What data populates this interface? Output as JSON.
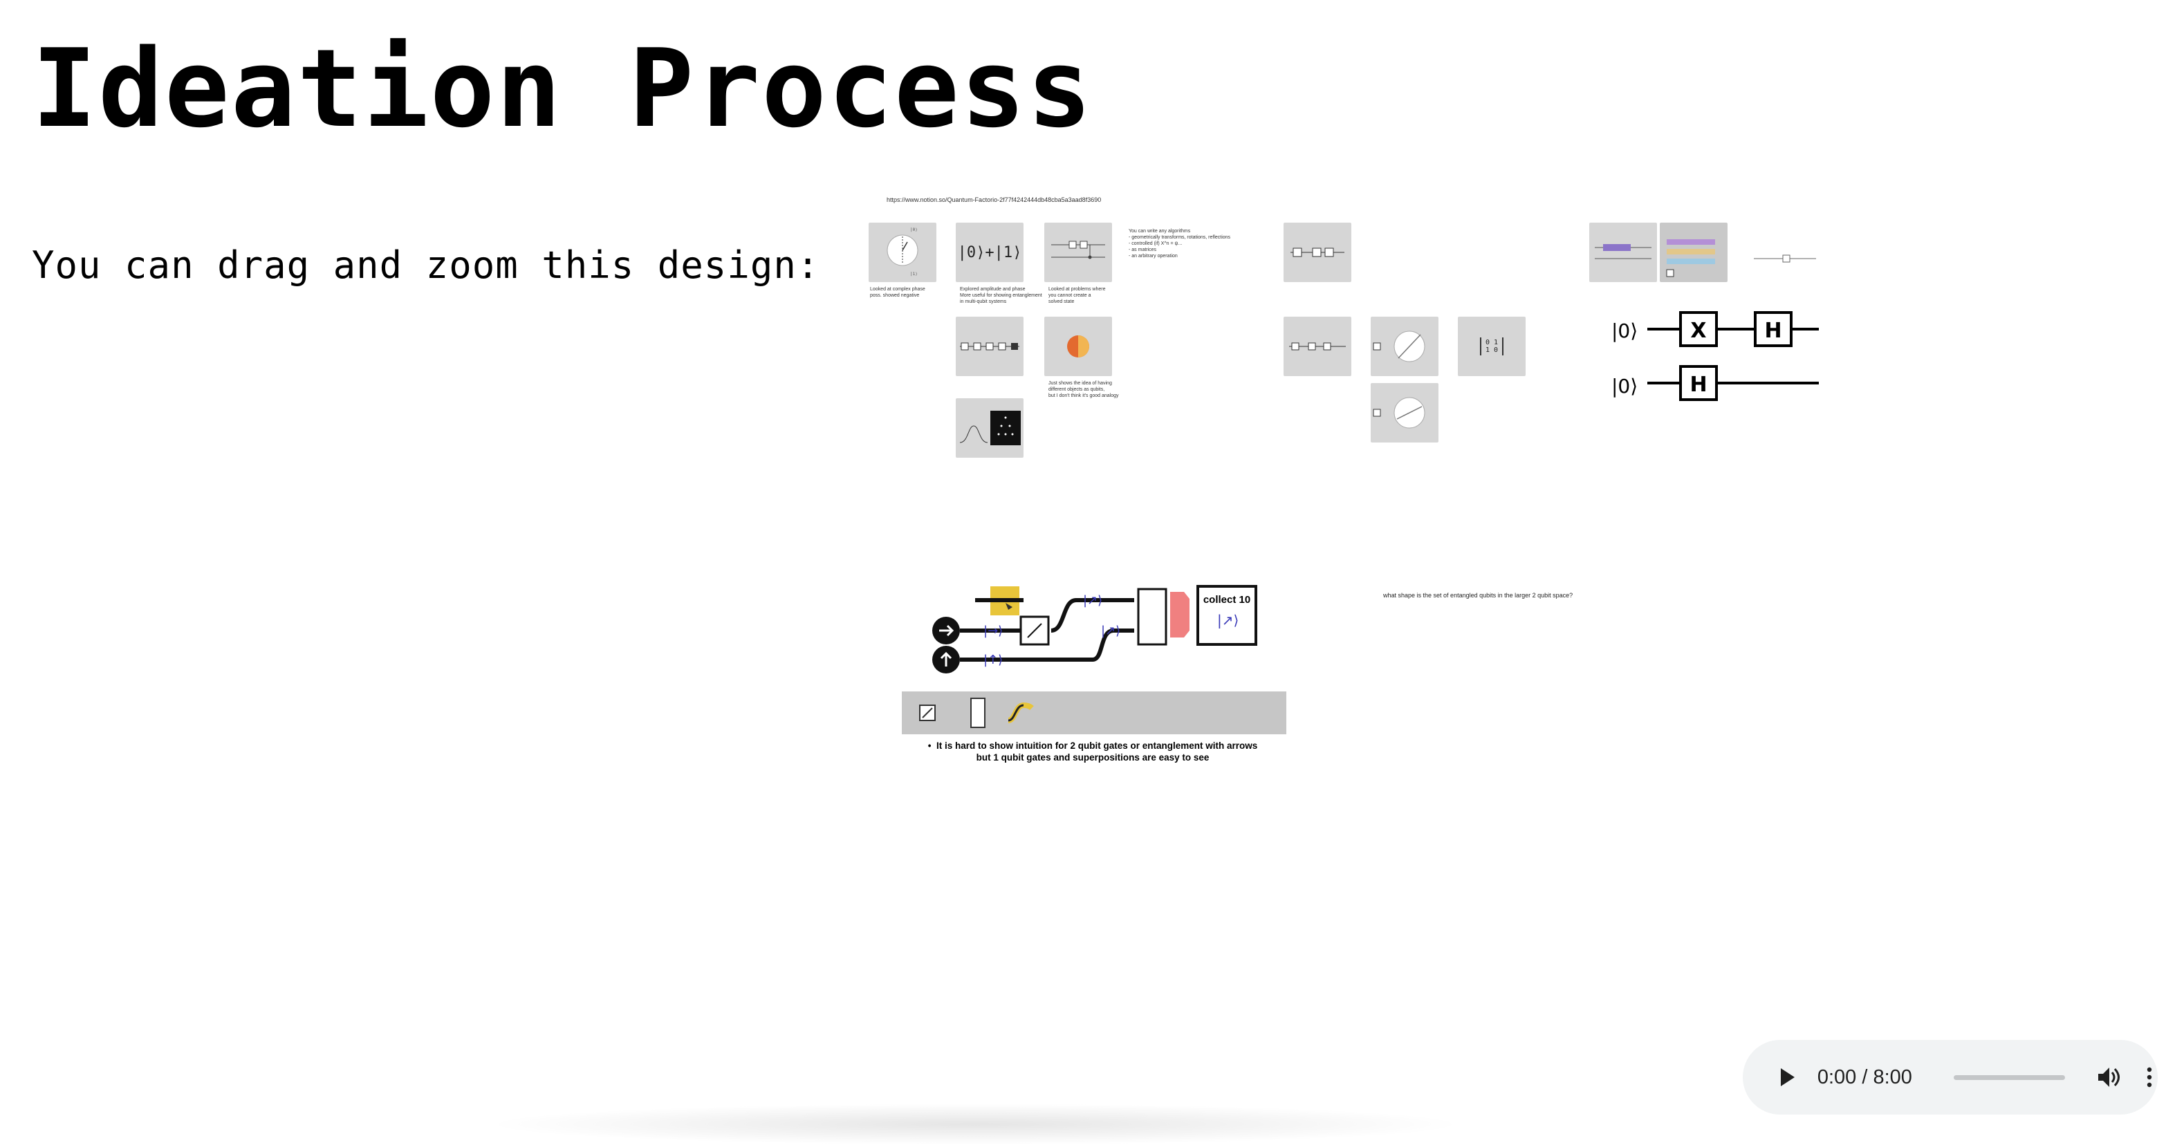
{
  "page": {
    "title": "Ideation Process",
    "subtitle": "You can drag and zoom this design:"
  },
  "board": {
    "url": "https://www.notion.so/Quantum-Factorio-2f77f4242444db48cba5a3aad8f3690",
    "ket_label": "|0⟩+|1⟩",
    "matrix_label": "0 1\n1 0",
    "notes": {
      "card1": "Looked at complex phase\nposs. showed negative",
      "card2": "Explored amplitude and phase\nMore useful for showing entanglement\nin multi-qubit systems",
      "card3": "Looked at problems where\nyou cannot create a\nsolved state",
      "card5": "Just shows the idea of having\ndifferent objects as qubits,\nbut I don't think it's good analogy",
      "algorithms": "You can write any algorithms\n- geometrically transforms, rotations, reflections\n- controlled (if) X^n = ψ...\n- as matrices\n- an arbitrary operation"
    },
    "circuit": {
      "qubit_labels": [
        "|0⟩",
        "|0⟩"
      ],
      "gates_top": [
        "X",
        "H"
      ],
      "gates_bottom": [
        "H"
      ]
    },
    "game": {
      "collect_label": "collect 10"
    },
    "caption_line1": "It is hard to show intuition for 2 qubit gates or entanglement with arrows",
    "caption_line2": "but 1 qubit gates and superpositions are easy to see",
    "question": "what shape is the set of entangled qubits in the larger 2 qubit space?"
  },
  "audio": {
    "time": "0:00 / 8:00",
    "progress": 0,
    "play_icon": "play-icon",
    "volume_icon": "volume-icon",
    "more_icon": "more-vertical-icon"
  }
}
